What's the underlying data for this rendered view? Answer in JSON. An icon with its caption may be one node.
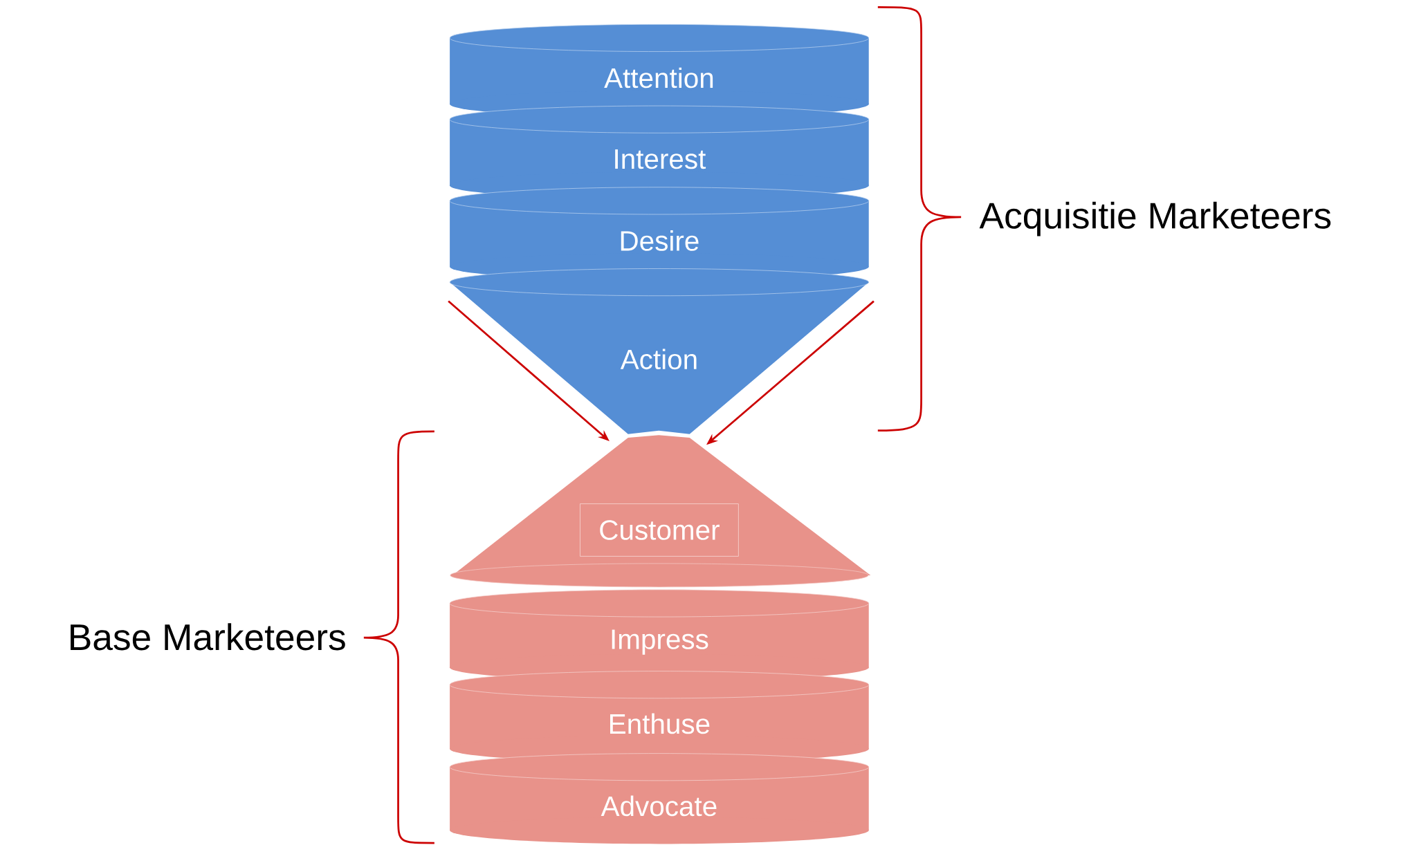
{
  "diagram": {
    "nodes": [
      {
        "text": [
          "Attention"
        ]
      },
      {
        "text": [
          "Interest"
        ]
      },
      {
        "text": [
          "Desire"
        ]
      },
      {
        "text": [
          "Action"
        ]
      },
      {
        "text": [],
        "shape": "triangle"
      },
      {
        "text": [
          "Customer"
        ],
        "in": 4
      },
      {
        "text": [
          "Impress"
        ]
      },
      {
        "text": [
          "Enthuse"
        ]
      },
      {
        "text": [
          "Advocate"
        ]
      }
    ],
    "edges": [
      {
        "from": 3,
        "to": 4,
        "arrow": "to"
      },
      {
        "from": 3,
        "to": 4,
        "arrow": "to"
      }
    ],
    "labels": [
      "Acquisitie Marketeers",
      "Base Marketeers"
    ]
  }
}
